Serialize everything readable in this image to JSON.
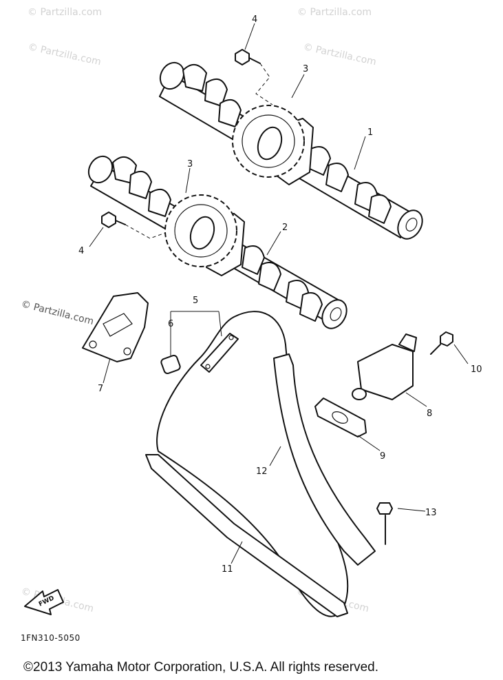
{
  "watermarks": [
    "© Partzilla.com",
    "© Partzilla.com",
    "© Partzilla.com",
    "© Partzilla.com",
    "© Partzilla.com",
    "© Partzilla.com",
    "© Partzilla.com"
  ],
  "callouts": {
    "c1": "1",
    "c2": "2",
    "c3a": "3",
    "c3b": "3",
    "c4a": "4",
    "c4b": "4",
    "c5": "5",
    "c6": "6",
    "c7": "7",
    "c8": "8",
    "c9": "9",
    "c10": "10",
    "c11": "11",
    "c12": "12",
    "c13": "13"
  },
  "fwd_label": "FWD",
  "part_code": "1FN310-5050",
  "copyright": "©2013  Yamaha Motor Corporation, U.S.A. All rights reserved.",
  "colors": {
    "line": "#111111",
    "watermark": "#d2d2d2",
    "background": "#ffffff"
  }
}
